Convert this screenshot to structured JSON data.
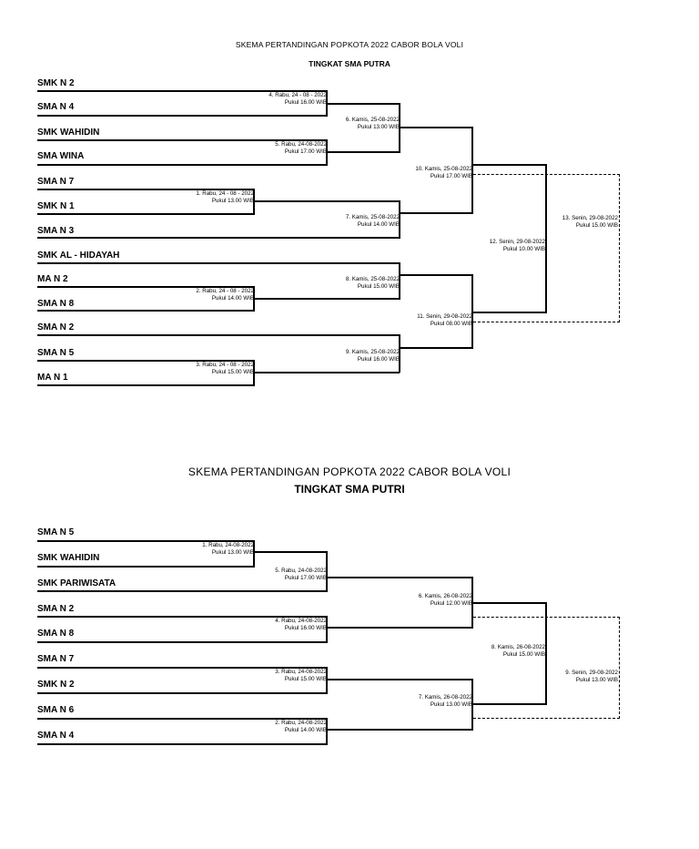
{
  "putra": {
    "title": "SKEMA PERTANDINGAN POPKOTA 2022 CABOR BOLA VOLI",
    "subtitle": "TINGKAT SMA PUTRA",
    "teams": [
      "SMK N 2",
      "SMA N 4",
      "SMK WAHIDIN",
      "SMA WINA",
      "SMA N 7",
      "SMK N 1",
      "SMA N 3",
      "SMK AL - HIDAYAH",
      "MA N 2",
      "SMA N 8",
      "SMA N 2",
      "SMA N 5",
      "MA N 1"
    ],
    "matches": [
      {
        "date": "4. Rabu, 24 - 08 - 2022",
        "time": "Pukul 16.00 WIB"
      },
      {
        "date": "5. Rabu, 24-08-2022",
        "time": "Pukul 17.00 WIB"
      },
      {
        "date": "1. Rabu, 24 - 08 - 2022",
        "time": "Pukul 13.00 WIB"
      },
      {
        "date": "2. Rabu, 24 - 08 - 2022",
        "time": "Pukul 14.00 WIB"
      },
      {
        "date": "3. Rabu, 24 - 08 - 2022",
        "time": "Pukul 15.00 WIB"
      },
      {
        "date": "6. Kamis, 25-08-2022",
        "time": "Pukul 13.00 WIB"
      },
      {
        "date": "7. Kamis, 25-08-2022",
        "time": "Pukul 14.00 WIB"
      },
      {
        "date": "8. Kamis, 25-08-2022",
        "time": "Pukul 15.00 WIB"
      },
      {
        "date": "9. Kamis, 25-08-2022",
        "time": "Pukul 16.00 WIB"
      },
      {
        "date": "10. Kamis, 25-08-2022",
        "time": "Pukul 17.00 WIB"
      },
      {
        "date": "11. Senin, 29-08-2022",
        "time": "Pukul 08.00 WIB"
      },
      {
        "date": "12. Senin, 29-08-2022",
        "time": "Pukul 10.00 WIB"
      },
      {
        "date": "13. Senin, 29-08-2022",
        "time": "Pukul 15.00 WIB"
      }
    ]
  },
  "putri": {
    "title": "SKEMA PERTANDINGAN POPKOTA 2022 CABOR BOLA VOLI",
    "subtitle": "TINGKAT SMA PUTRI",
    "teams": [
      "SMA N 5",
      "SMK WAHIDIN",
      "SMK PARIWISATA",
      "SMA N 2",
      "SMA N  8",
      "SMA N 7",
      "SMK N 2",
      "SMA N 6",
      "SMA N 4"
    ],
    "matches": [
      {
        "date": "1. Rabu, 24-08-2022",
        "time": "Pukul 13.00 WIB"
      },
      {
        "date": "5. Rabu, 24-08-2022",
        "time": "Pukul 17.00 WIB"
      },
      {
        "date": "4. Rabu, 24-08-2022",
        "time": "Pukul 16.00 WIB"
      },
      {
        "date": "3. Rabu, 24-08-2022",
        "time": "Pukul 15.00 WIB"
      },
      {
        "date": "2. Rabu, 24-08-2022",
        "time": "Pukul 14.00 WIB"
      },
      {
        "date": "6. Kamis, 26-08-2022",
        "time": "Pukul 12.00 WIB"
      },
      {
        "date": "7. Kamis, 26-08-2022",
        "time": "Pukul 13.00 WIB"
      },
      {
        "date": "8. Kamis, 26-08-2022",
        "time": "Pukul 15.00 WIB"
      },
      {
        "date": "9. Senin, 29-08-2022",
        "time": "Pukul 13.00 WIB"
      }
    ]
  }
}
